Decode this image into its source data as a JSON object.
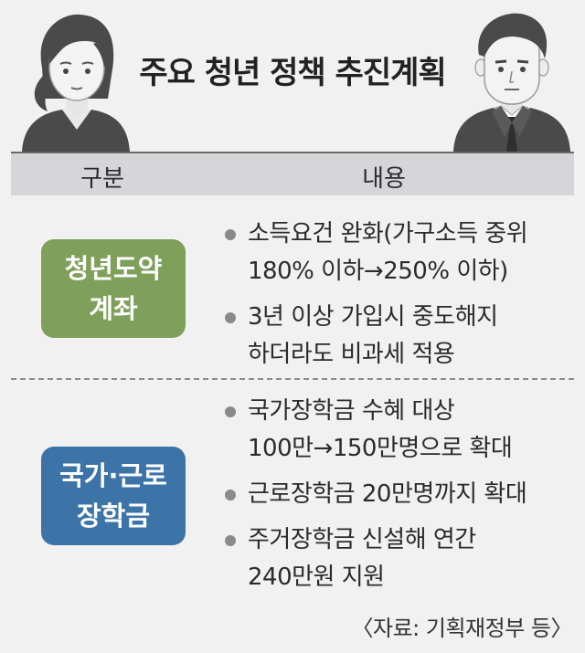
{
  "title": "주요 청년 정책 추진계획",
  "header": {
    "col1": "구분",
    "col2": "내용"
  },
  "sections": [
    {
      "label_line1": "청년도약",
      "label_line2": "계좌",
      "color": "#7ea05a",
      "items": [
        {
          "line1": "소득요건 완화(가구소득 중위",
          "line2": "180% 이하→250% 이하)"
        },
        {
          "line1": "3년 이상 가입시 중도해지",
          "line2": "하더라도 비과세 적용"
        }
      ]
    },
    {
      "label_line1": "국가·근로",
      "label_line2": "장학금",
      "color": "#3c74a7",
      "items": [
        {
          "line1": "국가장학금 수혜 대상",
          "line2": "100만→150만명으로 확대"
        },
        {
          "line1": "근로장학금 20만명까지 확대",
          "line2": ""
        },
        {
          "line1": "주거장학금 신설해 연간",
          "line2": "240만원 지원"
        }
      ]
    }
  ],
  "source": "〈자료: 기획재정부 등〉",
  "icons": {
    "left": "woman-icon",
    "right": "man-icon"
  }
}
